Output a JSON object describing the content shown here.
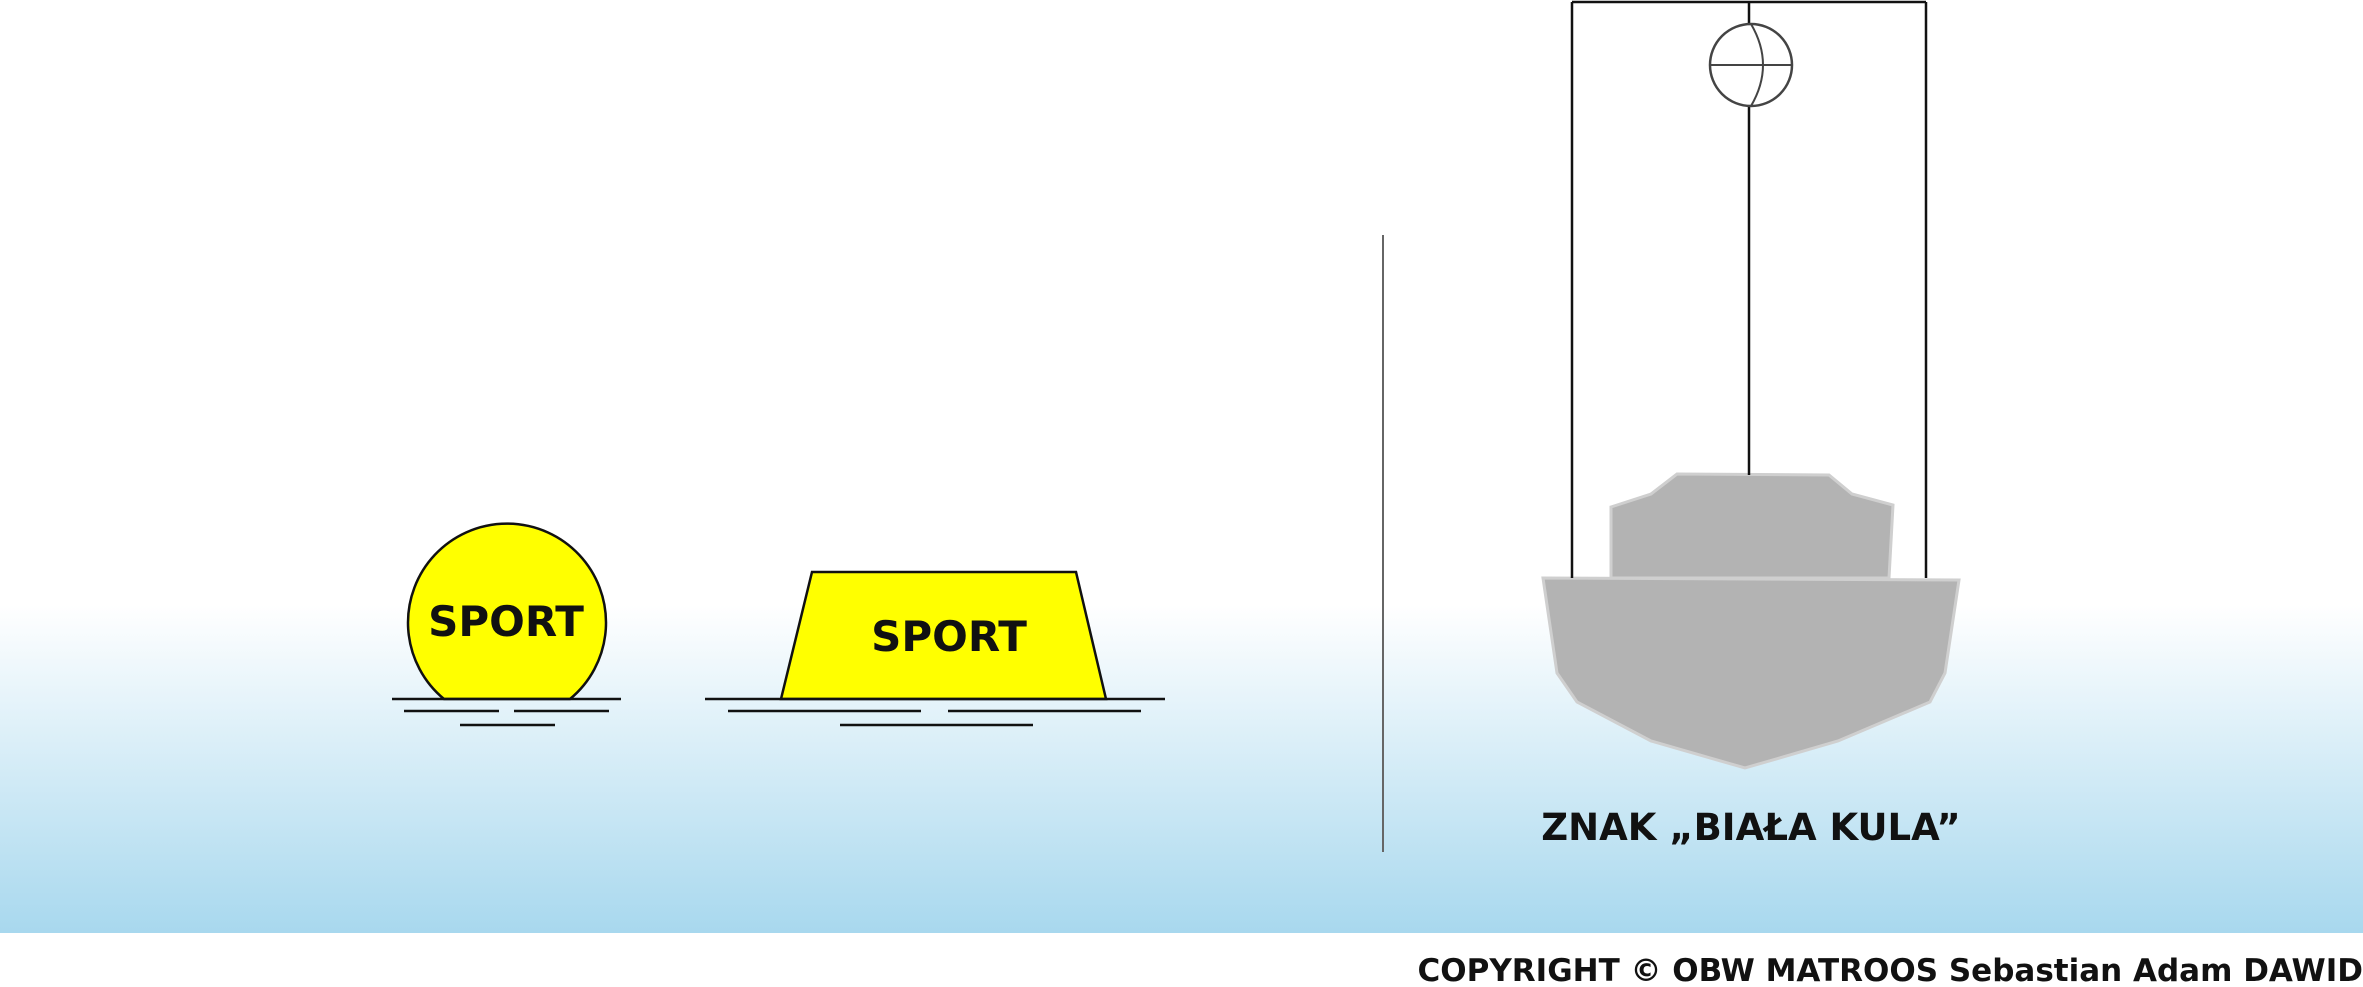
{
  "left_panel": {
    "sphere_buoy_label": "SPORT",
    "conical_buoy_label": "SPORT",
    "buoy_color": "#ffff00"
  },
  "right_panel": {
    "sign_caption": "ZNAK „BIAŁA KULA”",
    "ball_color": "#ffffff",
    "ship_color": "#b3b3b3"
  },
  "footer": {
    "copyright": "COPYRIGHT © OBW MATROOS Sebastian Adam DAWID"
  },
  "colors": {
    "water_top": "#ffffff",
    "water_bottom": "#a8d8ee"
  }
}
